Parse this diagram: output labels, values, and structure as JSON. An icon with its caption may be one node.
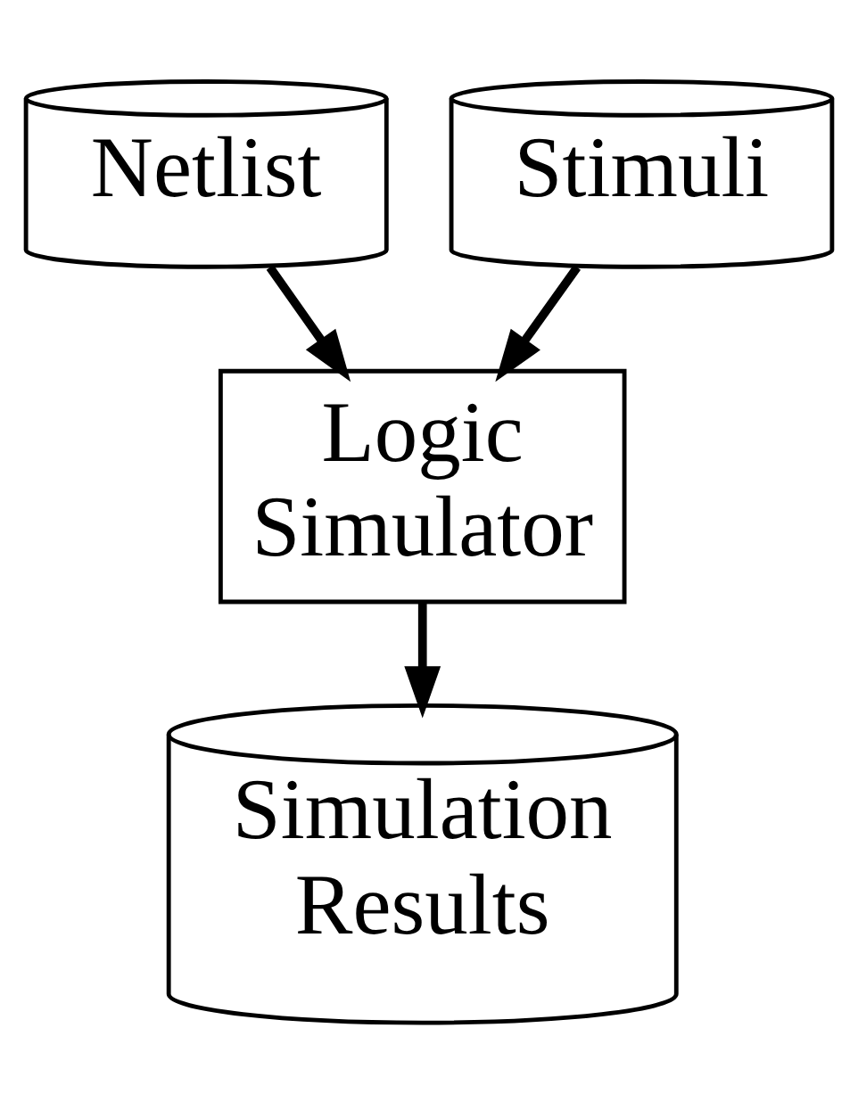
{
  "diagram": {
    "nodes": [
      {
        "text": [
          "Netlist"
        ]
      },
      {
        "text": [
          "Stimuli"
        ]
      },
      {
        "text": [
          "Logic Simulator"
        ]
      },
      {
        "text": [
          "Simulation Results"
        ]
      }
    ],
    "edges": [
      {
        "from": 0,
        "to": 2,
        "arrow": "to"
      },
      {
        "from": 1,
        "to": 2,
        "arrow": "to"
      },
      {
        "from": 2,
        "to": 3,
        "arrow": "to"
      }
    ]
  }
}
